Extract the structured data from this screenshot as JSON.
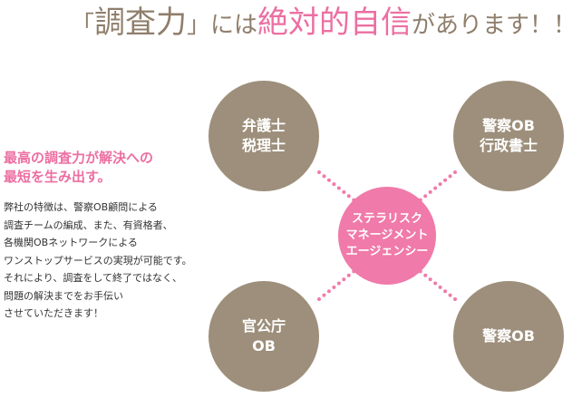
{
  "headline": {
    "open_bracket": "「",
    "keyword": "調査力",
    "close_bracket": "」",
    "particle": "には",
    "emphasis": "絶対的自信",
    "tail": "があります！！"
  },
  "catch": {
    "lines": [
      "最高の調査力が解決への",
      "最短を生み出す。"
    ]
  },
  "body": {
    "lines": [
      "弊社の特徴は、警察OB顧問による",
      "調査チームの編成、また、有資格者、",
      "各機関OBネットワークによる",
      "ワンストップサービスの実現が可能です。",
      "それにより、調査をして終了ではなく、",
      "問題の解決までをお手伝い",
      "させていただきます！"
    ]
  },
  "diagram": {
    "center": {
      "lines": [
        "ステラリスク",
        "マネージメント",
        "エージェンシー"
      ]
    },
    "top_left": {
      "lines": [
        "弁護士",
        "税理士"
      ]
    },
    "top_right": {
      "lines": [
        "警察OB",
        "行政書士"
      ]
    },
    "bottom_left": {
      "lines": [
        "官公庁",
        "OB"
      ]
    },
    "bottom_right": {
      "lines": [
        "警察OB"
      ]
    }
  },
  "colors": {
    "brown": "#9d8f7b",
    "headline_brown": "#8f7e6b",
    "pink": "#ec6fa2",
    "center_pink": "#f07aa9",
    "text": "#333333"
  }
}
